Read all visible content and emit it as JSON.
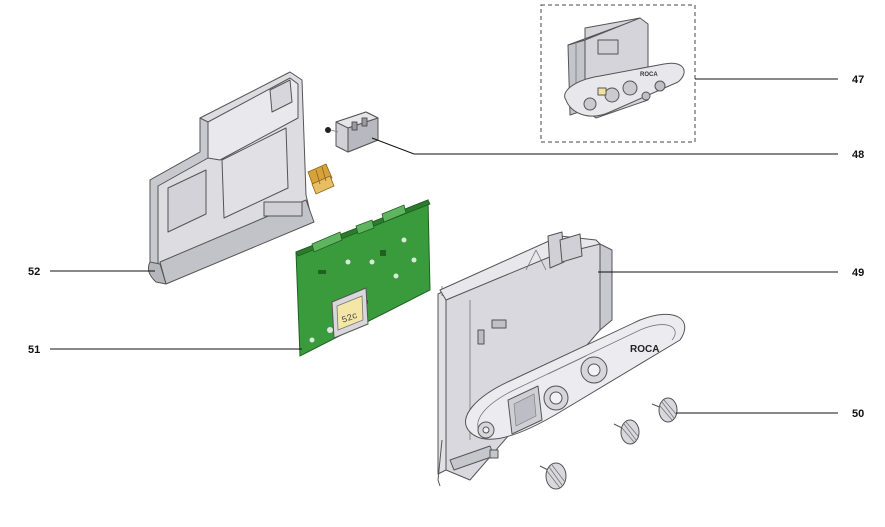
{
  "callouts": {
    "p47": "47",
    "p48": "48",
    "p49": "49",
    "p50": "50",
    "p51": "51",
    "p52": "52"
  },
  "brand": "ROCA",
  "display_reading": "52c",
  "colors": {
    "housing": "#d9d9de",
    "housing_dark": "#bdbdc4",
    "pcb": "#3a9b3c",
    "pcb_dark": "#2b7a2d",
    "brass": "#d8a23a",
    "line": "#111111"
  }
}
